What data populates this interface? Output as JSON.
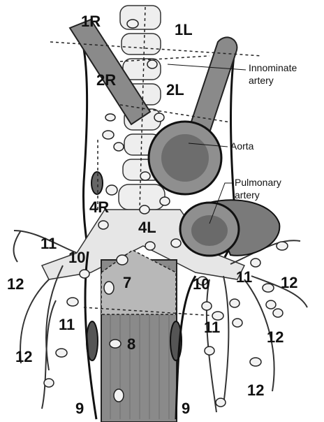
{
  "diagram": {
    "stations": {
      "s1R": "1R",
      "s1L": "1L",
      "s2R": "2R",
      "s2L": "2L",
      "s4R": "4R",
      "s4L": "4L",
      "s7": "7",
      "s8": "8",
      "s9_left": "9",
      "s9_right": "9",
      "s10_left": "10",
      "s10_right": "10",
      "s11_left_upper": "11",
      "s11_left_lower": "11",
      "s11_right_upper": "11",
      "s11_right_lower": "11",
      "s12_left_upper": "12",
      "s12_left_lower": "12",
      "s12_right_upper": "12",
      "s12_right_middle": "12",
      "s12_right_lower": "12"
    },
    "annotations": {
      "innominate_line1": "Innominate",
      "innominate_line2": "artery",
      "aorta": "Aorta",
      "pulmonary_line1": "Pulmonary",
      "pulmonary_line2": "artery"
    },
    "colors": {
      "ink": "#111111",
      "vessel": "#8a8a8a",
      "vessel_dark": "#5a5a5a",
      "esophagus": "#7d7d7d",
      "node_fill": "#f2f2f2"
    }
  }
}
